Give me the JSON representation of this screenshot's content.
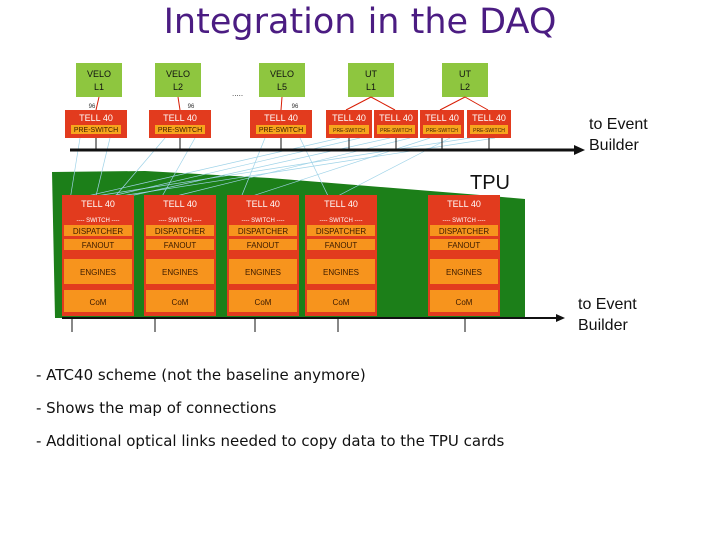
{
  "title": "Integration in the DAQ",
  "top_sources": [
    {
      "line1": "VELO",
      "line2": "L1"
    },
    {
      "line1": "VELO",
      "line2": "L2"
    },
    {
      "line1": "VELO",
      "line2": "L5"
    },
    {
      "line1": "UT",
      "line2": "L1"
    },
    {
      "line1": "UT",
      "line2": "L2"
    }
  ],
  "ellipsis": ".....",
  "link_counts": [
    "96",
    "96",
    "96"
  ],
  "tell40_label": "TELL 40",
  "pre_switch_label": "PRE-SWITCH",
  "to_event_builder_1": [
    "to Event",
    "Builder"
  ],
  "to_event_builder_2": [
    "to Event",
    "Builder"
  ],
  "tpu_label": "TPU",
  "tpu_card": {
    "header": "TELL 40",
    "switch": "---- SWITCH ----",
    "dispatcher": "DISPATCHER",
    "fanout": "FANOUT",
    "engines": "ENGINES",
    "com": "CoM"
  },
  "bullets": [
    "- ATC40 scheme (not the baseline anymore)",
    "- Shows the map of connections",
    "- Additional optical links needed to copy data to the TPU cards"
  ],
  "colors": {
    "title": "#4b1c82",
    "source_box": "#8ec63f",
    "tell40": "#e23b1e",
    "tpu_bg": "#1c7f19",
    "inner_box": "#f7941d"
  }
}
